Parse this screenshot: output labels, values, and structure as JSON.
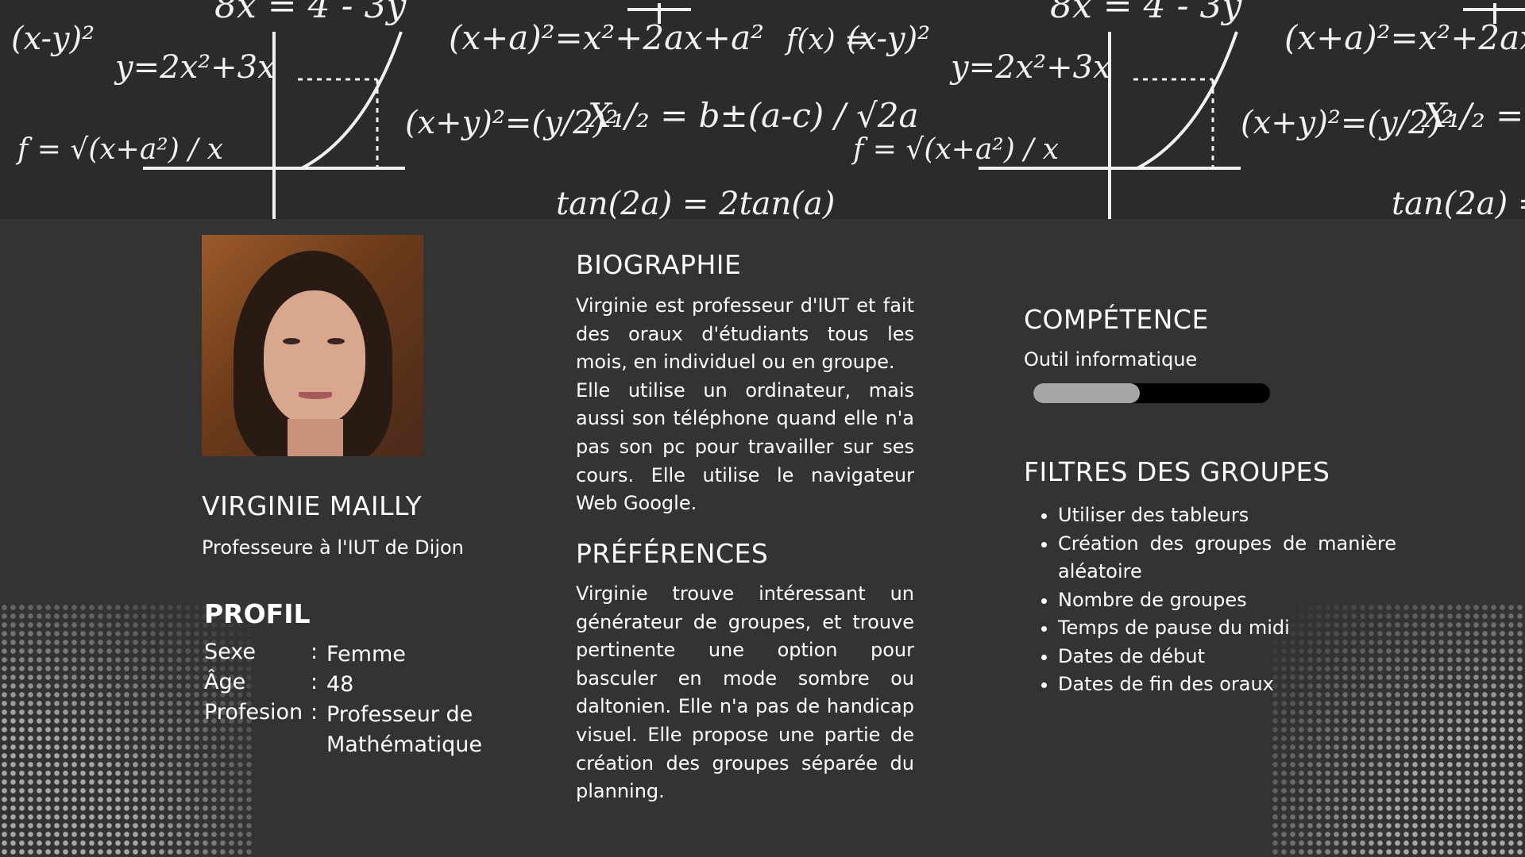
{
  "banner": {
    "formulas": [
      "(x-y)²",
      "y=2x²+3x",
      "(x+a)²=x²+2ax+a²",
      "(x+y)²=(y/2)²",
      "X₁/₂ = b±(a-c) / √2a",
      "f = √(x+a²) / x",
      "tan(2a) = 2tan(a)",
      "8x = 4 - 3y",
      "f(x) ="
    ]
  },
  "photo": {
    "alt": "Virginie Mailly"
  },
  "person": {
    "name": "VIRGINIE MAILLY",
    "subtitle": "Professeure à l'IUT de Dijon"
  },
  "profil": {
    "title": "PROFIL",
    "rows": [
      {
        "key": "Sexe",
        "sep": ":",
        "value": "Femme"
      },
      {
        "key": "Âge",
        "sep": ":",
        "value": "48"
      },
      {
        "key": "Profesion",
        "sep": ":",
        "value": "Professeur de Mathématique"
      }
    ]
  },
  "biographie": {
    "title": "BIOGRAPHIE",
    "paragraphs": [
      "Virginie est professeur d'IUT et fait des oraux d'étudiants tous les mois, en individuel ou en groupe.",
      "Elle utilise un ordinateur, mais aussi son téléphone quand elle n'a pas son pc pour travailler sur ses cours. Elle utilise le navigateur Web Google."
    ]
  },
  "preferences": {
    "title": "PRÉFÉRENCES",
    "text": "Virginie trouve intéressant un générateur de groupes, et trouve pertinente une option pour basculer en mode sombre ou daltonien. Elle n'a pas de handicap visuel. Elle propose une partie de création des groupes séparée du planning."
  },
  "competence": {
    "title": "COMPÉTENCE",
    "label": "Outil informatique",
    "level": 0.45,
    "colors": {
      "fill": "#a6a6a6",
      "track": "#000000"
    }
  },
  "filtres": {
    "title": "FILTRES DES GROUPES",
    "items": [
      "Utiliser des tableurs",
      "Création des groupes de manière aléatoire",
      "Nombre de groupes",
      "Temps de pause du midi",
      "Dates de début",
      "Dates de fin des oraux"
    ]
  },
  "colors": {
    "background": "#333333",
    "text": "#ffffff",
    "dots": "#a6a6a6"
  }
}
